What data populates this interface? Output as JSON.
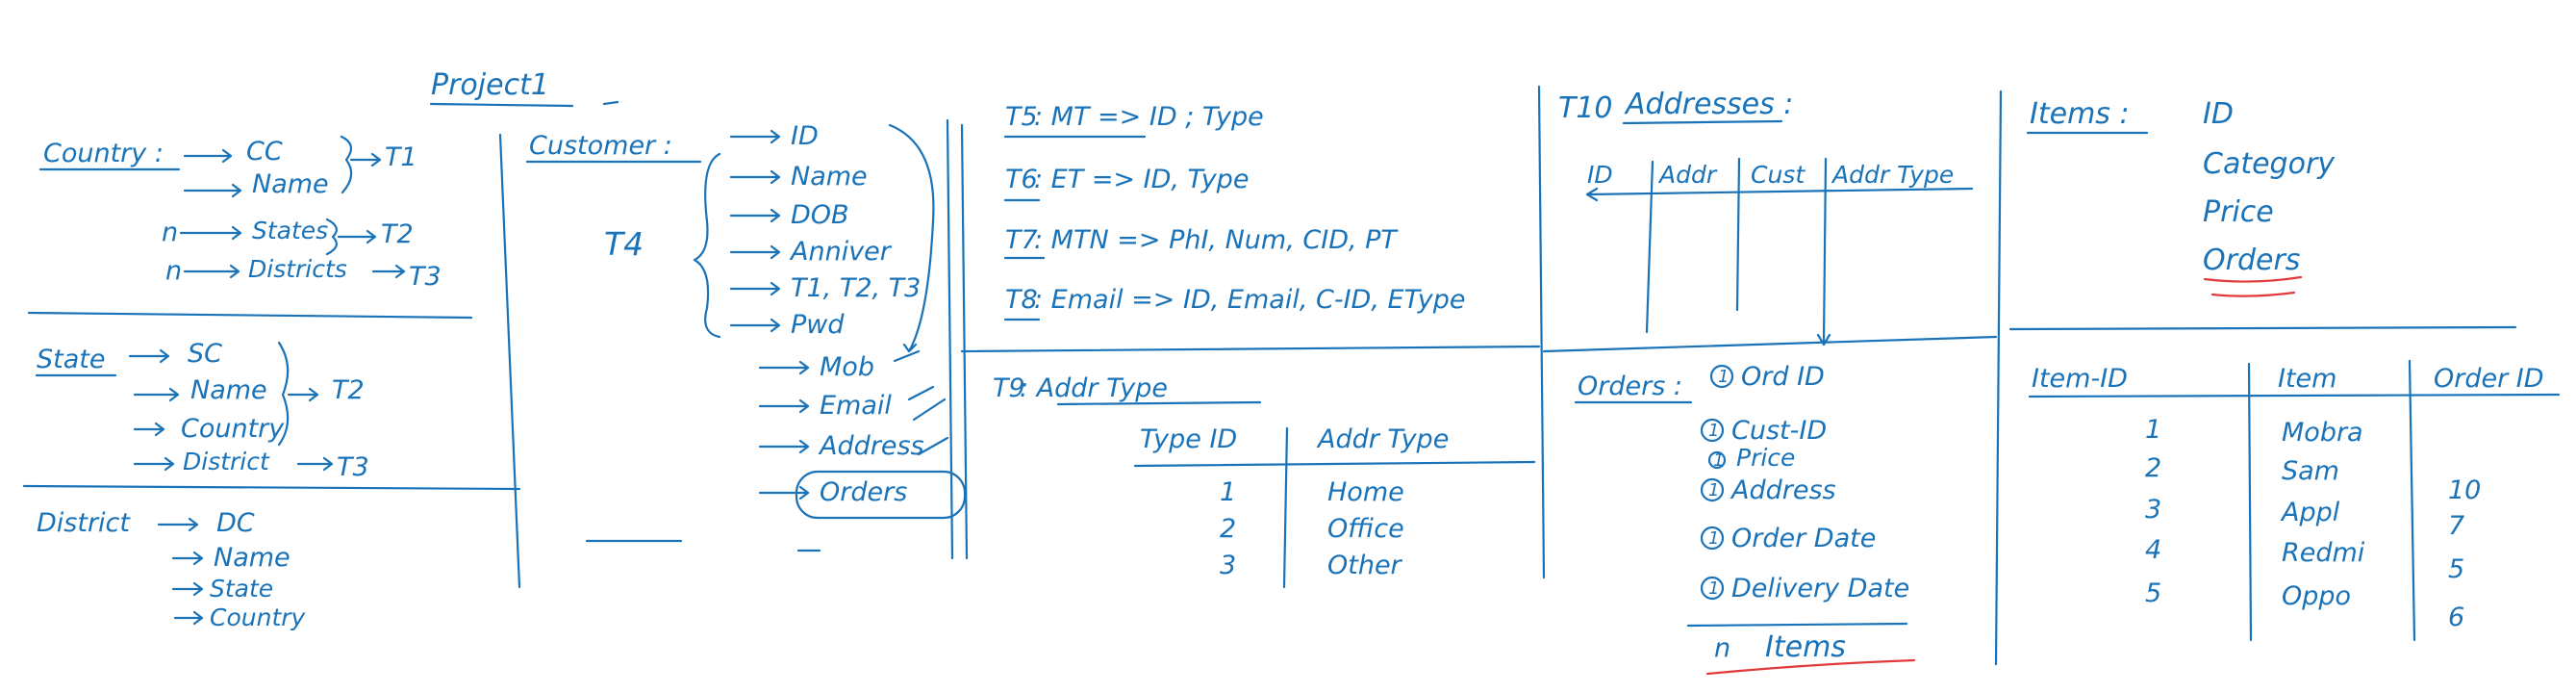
{
  "project_title": "Project1",
  "country": {
    "label": "Country :",
    "cc": "CC",
    "name": "Name",
    "t1": "T1",
    "n1": "n",
    "states": "States",
    "t2": "T2",
    "n2": "n",
    "districts": "Districts",
    "t3": "T3"
  },
  "state": {
    "label": "State",
    "sc": "SC",
    "name": "Name",
    "t2": "T2",
    "country": "Country",
    "district": "District",
    "t3": "T3"
  },
  "district": {
    "label": "District",
    "dc": "DC",
    "name": "Name",
    "state": "State",
    "country": "Country"
  },
  "customer": {
    "label": "Customer :",
    "t4": "T4",
    "fields": [
      "ID",
      "Name",
      "DOB",
      "Anniver",
      "T1, T2, T3",
      "Pwd",
      "Mob",
      "Email",
      "Address",
      "Orders"
    ]
  },
  "tables_mid": {
    "t5_id": "T5",
    "t5_text": ": MT => ID ; Type",
    "t6_id": "T6",
    "t6_text": ": ET => ID, Type",
    "t7_id": "T7",
    "t7_text": ": MTN => PhI, Num, CID, PT",
    "t8_id": "T8",
    "t8_text": ": Email => ID, Email, C-ID, EType"
  },
  "t9": {
    "id": "T9",
    "title": ": Addr Type",
    "col1": "Type ID",
    "col2": "Addr Type",
    "rows": [
      [
        "1",
        "Home"
      ],
      [
        "2",
        "Office"
      ],
      [
        "3",
        "Other"
      ]
    ]
  },
  "t10": {
    "id": "T10",
    "title": "Addresses :",
    "headers": [
      "ID",
      "Addr",
      "Cust",
      "Addr Type"
    ]
  },
  "orders": {
    "label": "Orders :",
    "fields": [
      "Ord ID",
      "Cust-ID",
      "Price",
      "Address",
      "Order Date",
      "Delivery Date"
    ],
    "markers": [
      "1",
      "1",
      "1",
      "1",
      "1",
      "1"
    ],
    "n_label": "n",
    "items": "Items"
  },
  "items_def": {
    "label": "Items :",
    "fields": [
      "ID",
      "Category",
      "Price",
      "Orders"
    ]
  },
  "items_table": {
    "headers": [
      "Item-ID",
      "Item",
      "Order ID"
    ],
    "ids": [
      "1",
      "2",
      "3",
      "4",
      "5"
    ],
    "names": [
      "Mobra",
      "Sam",
      "Appl",
      "Redmi",
      "Oppo"
    ],
    "order_ids": [
      "10",
      "7",
      "5",
      "6"
    ]
  }
}
